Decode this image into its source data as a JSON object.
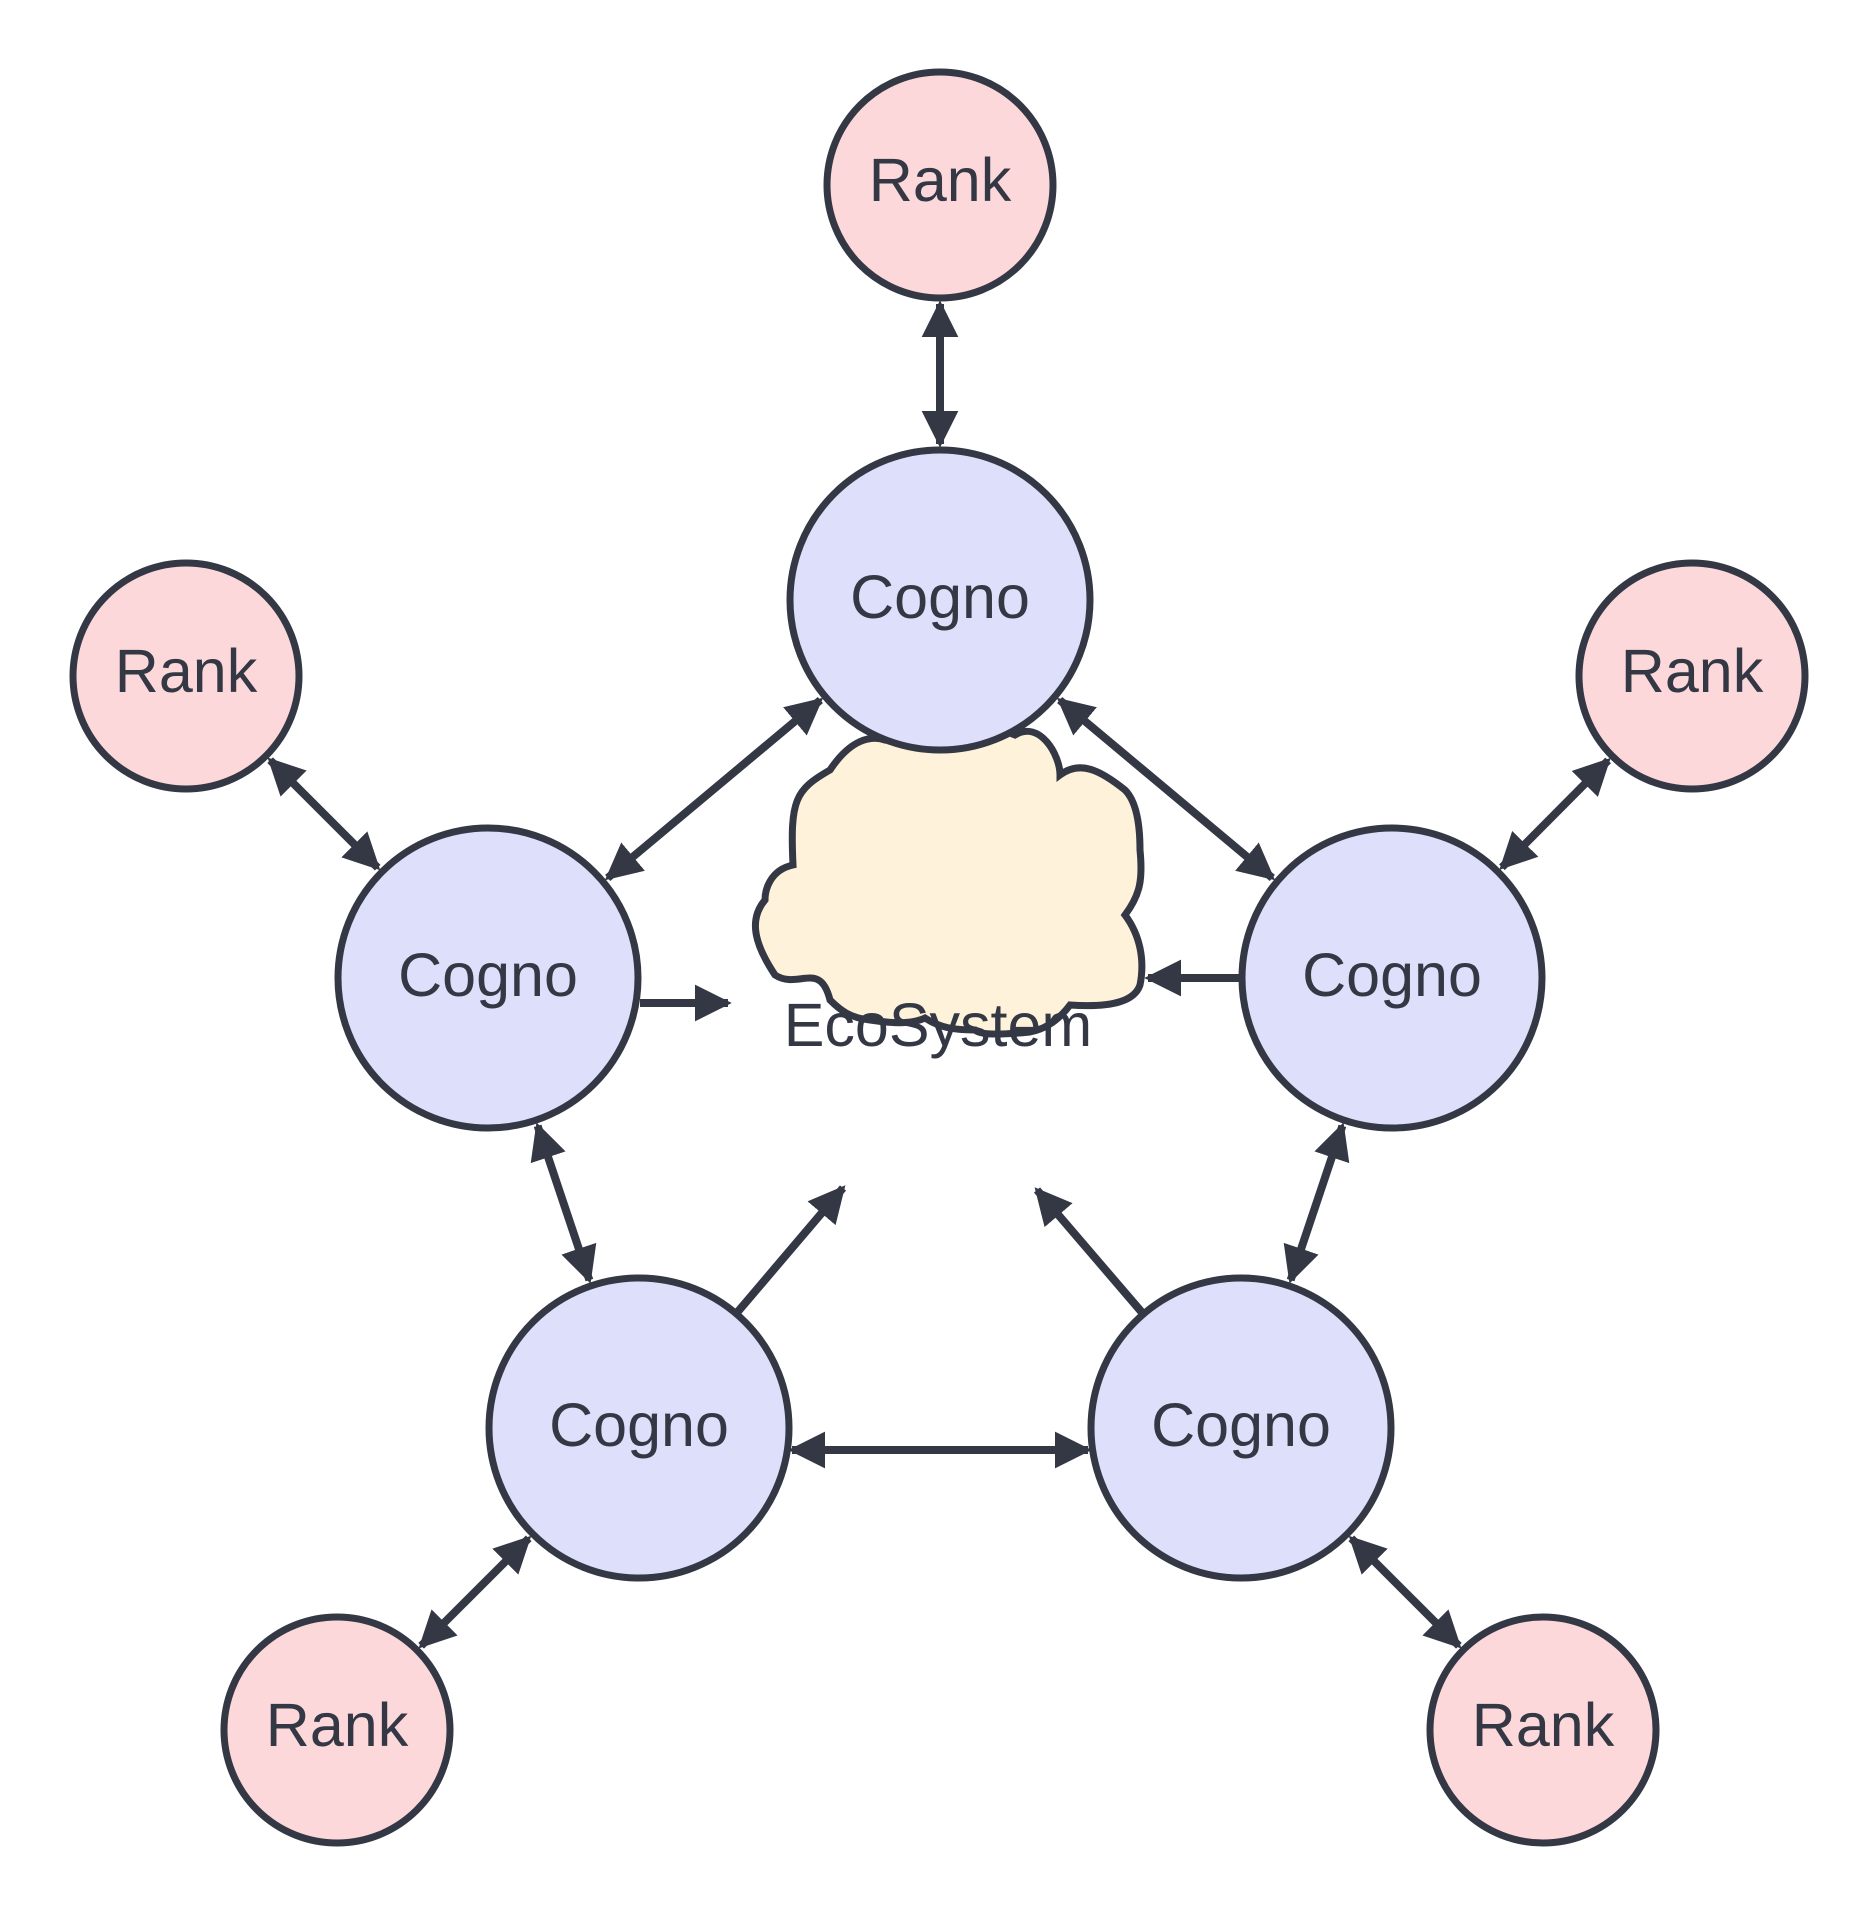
{
  "colors": {
    "stroke": "#343844",
    "rank_fill": "#fdd8db",
    "cogno_fill": "#dedffb",
    "ecosystem_fill": "#fef3da"
  },
  "nodes": {
    "ecosystem": {
      "label": "EcoSystem"
    },
    "cogno_top": {
      "label": "Cogno"
    },
    "cogno_left": {
      "label": "Cogno"
    },
    "cogno_right": {
      "label": "Cogno"
    },
    "cogno_bottom_left": {
      "label": "Cogno"
    },
    "cogno_bottom_right": {
      "label": "Cogno"
    },
    "rank_top": {
      "label": "Rank"
    },
    "rank_left": {
      "label": "Rank"
    },
    "rank_right": {
      "label": "Rank"
    },
    "rank_bottom_left": {
      "label": "Rank"
    },
    "rank_bottom_right": {
      "label": "Rank"
    }
  },
  "edges": [
    {
      "from": "rank_top",
      "to": "cogno_top",
      "direction": "both"
    },
    {
      "from": "rank_left",
      "to": "cogno_left",
      "direction": "both"
    },
    {
      "from": "rank_right",
      "to": "cogno_right",
      "direction": "both"
    },
    {
      "from": "cogno_bottom_left",
      "to": "rank_bottom_left",
      "direction": "both"
    },
    {
      "from": "cogno_bottom_right",
      "to": "rank_bottom_right",
      "direction": "both"
    },
    {
      "from": "cogno_top",
      "to": "cogno_left",
      "direction": "both"
    },
    {
      "from": "cogno_top",
      "to": "cogno_right",
      "direction": "both"
    },
    {
      "from": "cogno_left",
      "to": "cogno_bottom_left",
      "direction": "both"
    },
    {
      "from": "cogno_right",
      "to": "cogno_bottom_right",
      "direction": "both"
    },
    {
      "from": "cogno_bottom_left",
      "to": "cogno_bottom_right",
      "direction": "both"
    },
    {
      "from": "cogno_top",
      "to": "ecosystem",
      "direction": "forward"
    },
    {
      "from": "cogno_left",
      "to": "ecosystem",
      "direction": "forward"
    },
    {
      "from": "cogno_right",
      "to": "ecosystem",
      "direction": "forward"
    },
    {
      "from": "cogno_bottom_left",
      "to": "ecosystem",
      "direction": "forward"
    },
    {
      "from": "cogno_bottom_right",
      "to": "ecosystem",
      "direction": "forward"
    }
  ]
}
